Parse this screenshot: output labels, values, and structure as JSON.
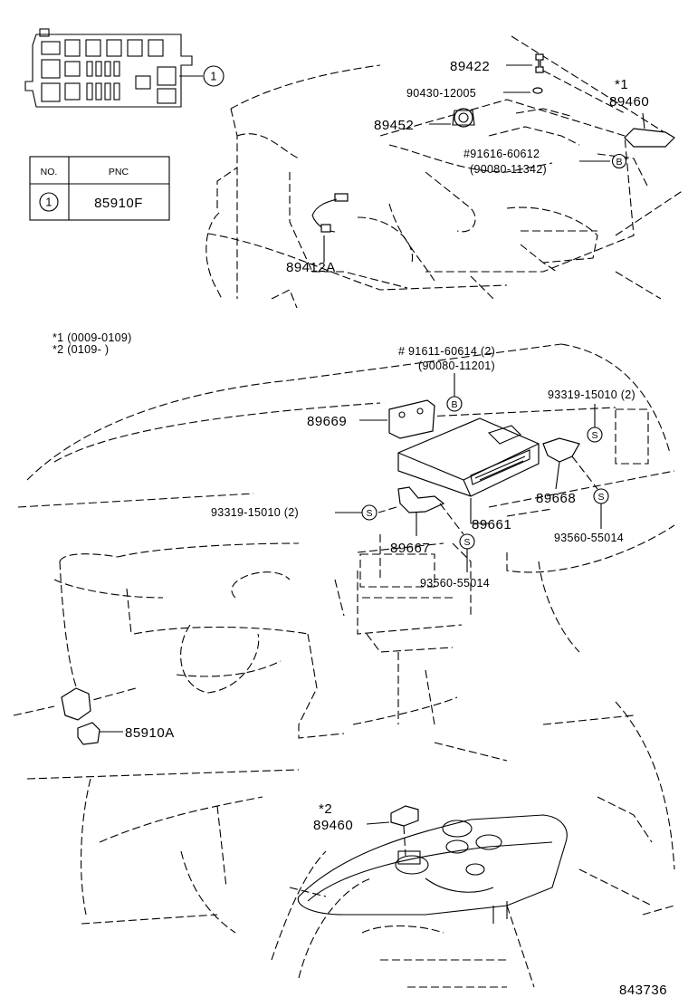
{
  "fuse_box": {
    "callout": "1"
  },
  "pnc_table": {
    "header_no": "NO.",
    "header_pnc": "PNC",
    "rows": [
      {
        "no": "1",
        "pnc": "85910F"
      }
    ]
  },
  "notes": {
    "note1": "*1 (0009-0109)",
    "note2": "*2 (0109-      )"
  },
  "upper_parts": {
    "p89422": "89422",
    "p90430": "90430-12005",
    "p89460_mark": "*1",
    "p89460": "89460",
    "p89452": "89452",
    "p91616": "#91616-60612",
    "p90080a": "(90080-11342)",
    "p89412a": "89412A",
    "sym_b": "B"
  },
  "middle_parts": {
    "p91611": "#  91611-60614 (2)",
    "p90080b": "(90080-11201)",
    "p89669": "89669",
    "sym_b": "B",
    "p93319_right": "93319-15010 (2)",
    "p93319_left": "93319-15010 (2)",
    "sym_s": "S",
    "p89668": "89668",
    "p89661": "89661",
    "p89667": "89667",
    "p93560_right": "93560-55014",
    "p93560_left": "93560-55014",
    "p85910a": "85910A"
  },
  "lower_parts": {
    "p89460_mark": "*2",
    "p89460": "89460"
  },
  "diagram_id": "843736"
}
